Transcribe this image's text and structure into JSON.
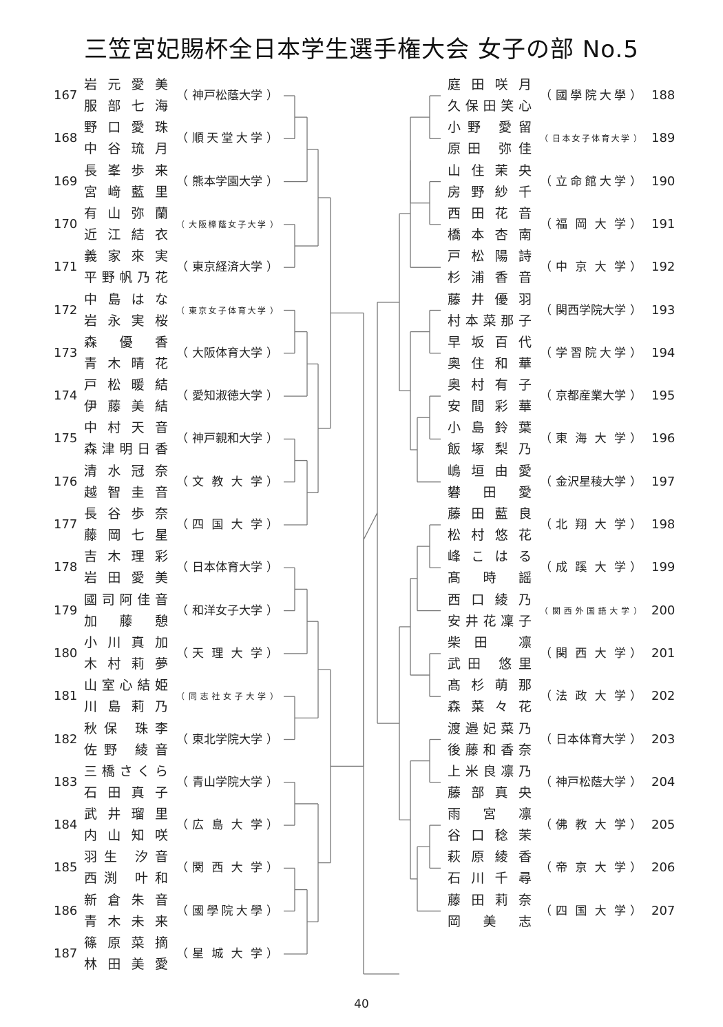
{
  "title": "三笠宮妃賜杯全日本学生選手権大会 女子の部 No.5",
  "page_number": "40",
  "left_entries": [
    {
      "num": "167",
      "p1": "岩元愛美",
      "p2": "服部七海",
      "school": "神戸松蔭大学"
    },
    {
      "num": "168",
      "p1": "野口愛珠",
      "p2": "中谷琉月",
      "school": "順天堂大学"
    },
    {
      "num": "169",
      "p1": "長峯歩来",
      "p2": "宮﨑藍里",
      "school": "熊本学園大学"
    },
    {
      "num": "170",
      "p1": "有山弥蘭",
      "p2": "近江結衣",
      "school": "大阪樟蔭女子大学"
    },
    {
      "num": "171",
      "p1": "義家來実",
      "p2": "平野帆乃花",
      "school": "東京経済大学"
    },
    {
      "num": "172",
      "p1": "中島はな",
      "p2": "岩永実桜",
      "school": "東京女子体育大学"
    },
    {
      "num": "173",
      "p1": "森 優 香",
      "p2": "青木晴花",
      "school": "大阪体育大学"
    },
    {
      "num": "174",
      "p1": "戸松暖結",
      "p2": "伊藤美結",
      "school": "愛知淑徳大学"
    },
    {
      "num": "175",
      "p1": "中村天音",
      "p2": "森津明日香",
      "school": "神戸親和大学"
    },
    {
      "num": "176",
      "p1": "清水冠奈",
      "p2": "越智圭音",
      "school": "文教大学"
    },
    {
      "num": "177",
      "p1": "長谷歩奈",
      "p2": "藤岡七星",
      "school": "四国大学"
    },
    {
      "num": "178",
      "p1": "吉木理彩",
      "p2": "岩田愛美",
      "school": "日本体育大学"
    },
    {
      "num": "179",
      "p1": "國司阿佳音",
      "p2": "加 藤 憩",
      "school": "和洋女子大学"
    },
    {
      "num": "180",
      "p1": "小川真加",
      "p2": "木村莉夢",
      "school": "天理大学"
    },
    {
      "num": "181",
      "p1": "山室心結姫",
      "p2": "川島莉乃",
      "school": "同志社女子大学"
    },
    {
      "num": "182",
      "p1": "秋保 珠李",
      "p2": "佐野 綾音",
      "school": "東北学院大学"
    },
    {
      "num": "183",
      "p1": "三橋さくら",
      "p2": "石田真子",
      "school": "青山学院大学"
    },
    {
      "num": "184",
      "p1": "武井瑠里",
      "p2": "内山知咲",
      "school": "広島大学"
    },
    {
      "num": "185",
      "p1": "羽生 汐音",
      "p2": "西渕 叶和",
      "school": "関西大学"
    },
    {
      "num": "186",
      "p1": "新倉朱音",
      "p2": "青木未来",
      "school": "國學院大學"
    },
    {
      "num": "187",
      "p1": "篠原菜摘",
      "p2": "林田美愛",
      "school": "星城大学"
    }
  ],
  "right_entries": [
    {
      "num": "188",
      "p1": "庭田咲月",
      "p2": "久保田笑心",
      "school": "國學院大學"
    },
    {
      "num": "189",
      "p1": "小野 愛留",
      "p2": "原田 弥佳",
      "school": "日本女子体育大学"
    },
    {
      "num": "190",
      "p1": "山住茉央",
      "p2": "房野紗千",
      "school": "立命館大学"
    },
    {
      "num": "191",
      "p1": "西田花音",
      "p2": "橋本杏南",
      "school": "福岡大学"
    },
    {
      "num": "192",
      "p1": "戸松陽詩",
      "p2": "杉浦香音",
      "school": "中京大学"
    },
    {
      "num": "193",
      "p1": "藤井優羽",
      "p2": "村本菜那子",
      "school": "関西学院大学"
    },
    {
      "num": "194",
      "p1": "早坂百代",
      "p2": "奥住和華",
      "school": "学習院大学"
    },
    {
      "num": "195",
      "p1": "奥村有子",
      "p2": "安間彩華",
      "school": "京都産業大学"
    },
    {
      "num": "196",
      "p1": "小島鈴葉",
      "p2": "飯塚梨乃",
      "school": "東海大学"
    },
    {
      "num": "197",
      "p1": "嶋垣由愛",
      "p2": "礬 田 愛",
      "school": "金沢星稜大学"
    },
    {
      "num": "198",
      "p1": "藤田藍良",
      "p2": "松村悠花",
      "school": "北翔大学"
    },
    {
      "num": "199",
      "p1": "峰こはる",
      "p2": "髙 時 謡",
      "school": "成蹊大学"
    },
    {
      "num": "200",
      "p1": "西口綾乃",
      "p2": "安井花凜子",
      "school": "関西外国語大学"
    },
    {
      "num": "201",
      "p1": "柴田 凛",
      "p2": "武田 悠里",
      "school": "関西大学"
    },
    {
      "num": "202",
      "p1": "髙杉萌那",
      "p2": "森菜々花",
      "school": "法政大学"
    },
    {
      "num": "203",
      "p1": "渡邉妃菜乃",
      "p2": "後藤和香奈",
      "school": "日本体育大学"
    },
    {
      "num": "204",
      "p1": "上米良凛乃",
      "p2": "藤部真央",
      "school": "神戸松蔭大学"
    },
    {
      "num": "205",
      "p1": "雨 宮 凛",
      "p2": "谷口稔茉",
      "school": "佛教大学"
    },
    {
      "num": "206",
      "p1": "萩原綾香",
      "p2": "石川千尋",
      "school": "帝京大学"
    },
    {
      "num": "207",
      "p1": "藤田莉奈",
      "p2": "岡 美 志",
      "school": "四国大学"
    }
  ]
}
